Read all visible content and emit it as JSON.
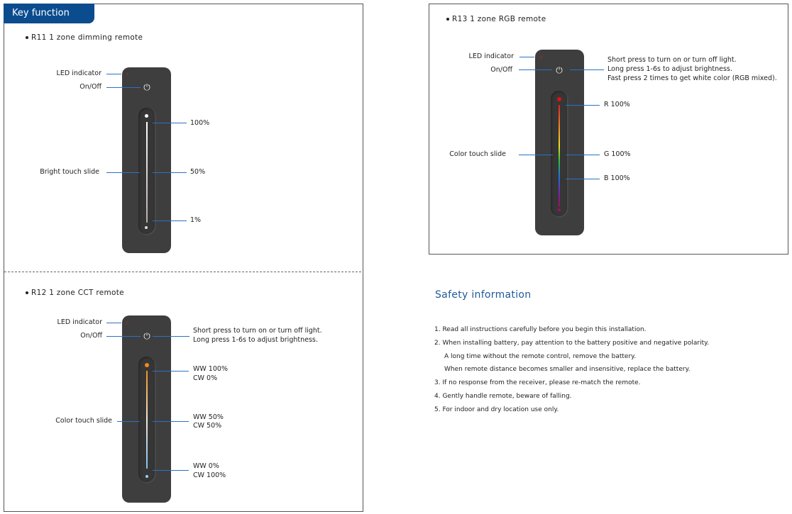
{
  "section_tab": "Key function",
  "r11": {
    "title": "R11   1 zone dimming remote",
    "led": "LED indicator",
    "onoff": "On/Off",
    "slide": "Bright touch slide",
    "levels": [
      "100%",
      "50%",
      "1%"
    ]
  },
  "r12": {
    "title": "R12   1 zone CCT remote",
    "led": "LED indicator",
    "onoff": "On/Off",
    "slide": "Color touch slide",
    "desc": [
      "Short press to turn on or turn off light.",
      "Long press 1-6s to adjust brightness."
    ],
    "levels": [
      [
        "WW 100%",
        "CW  0%"
      ],
      [
        "WW 50%",
        "CW 50%"
      ],
      [
        "WW 0%",
        "CW 100%"
      ]
    ]
  },
  "r13": {
    "title": "R13   1 zone RGB remote",
    "led": "LED indicator",
    "onoff": "On/Off",
    "slide": "Color touch slide",
    "desc": [
      "Short press to turn on or turn off light.",
      "Long press 1-6s to adjust brightness.",
      "Fast press 2 times to get white color (RGB mixed)."
    ],
    "levels": [
      "R 100%",
      "G 100%",
      "B 100%"
    ]
  },
  "safety": {
    "heading": "Safety information",
    "items": [
      "1.  Read all instructions carefully before you begin this installation.",
      "2.  When installing battery, pay attention to the battery positive and negative polarity.",
      "A long time without the remote control, remove the battery.",
      "When remote distance becomes smaller and insensitive, replace the battery.",
      "3.  If no response from the receiver, please re-match the remote.",
      "4.  Gently handle remote, beware of falling.",
      "5.  For indoor and dry location use only."
    ]
  },
  "colors": {
    "accent": "#0b4c8f",
    "leader": "#2a72c4",
    "remote": "#3e3e3e"
  }
}
